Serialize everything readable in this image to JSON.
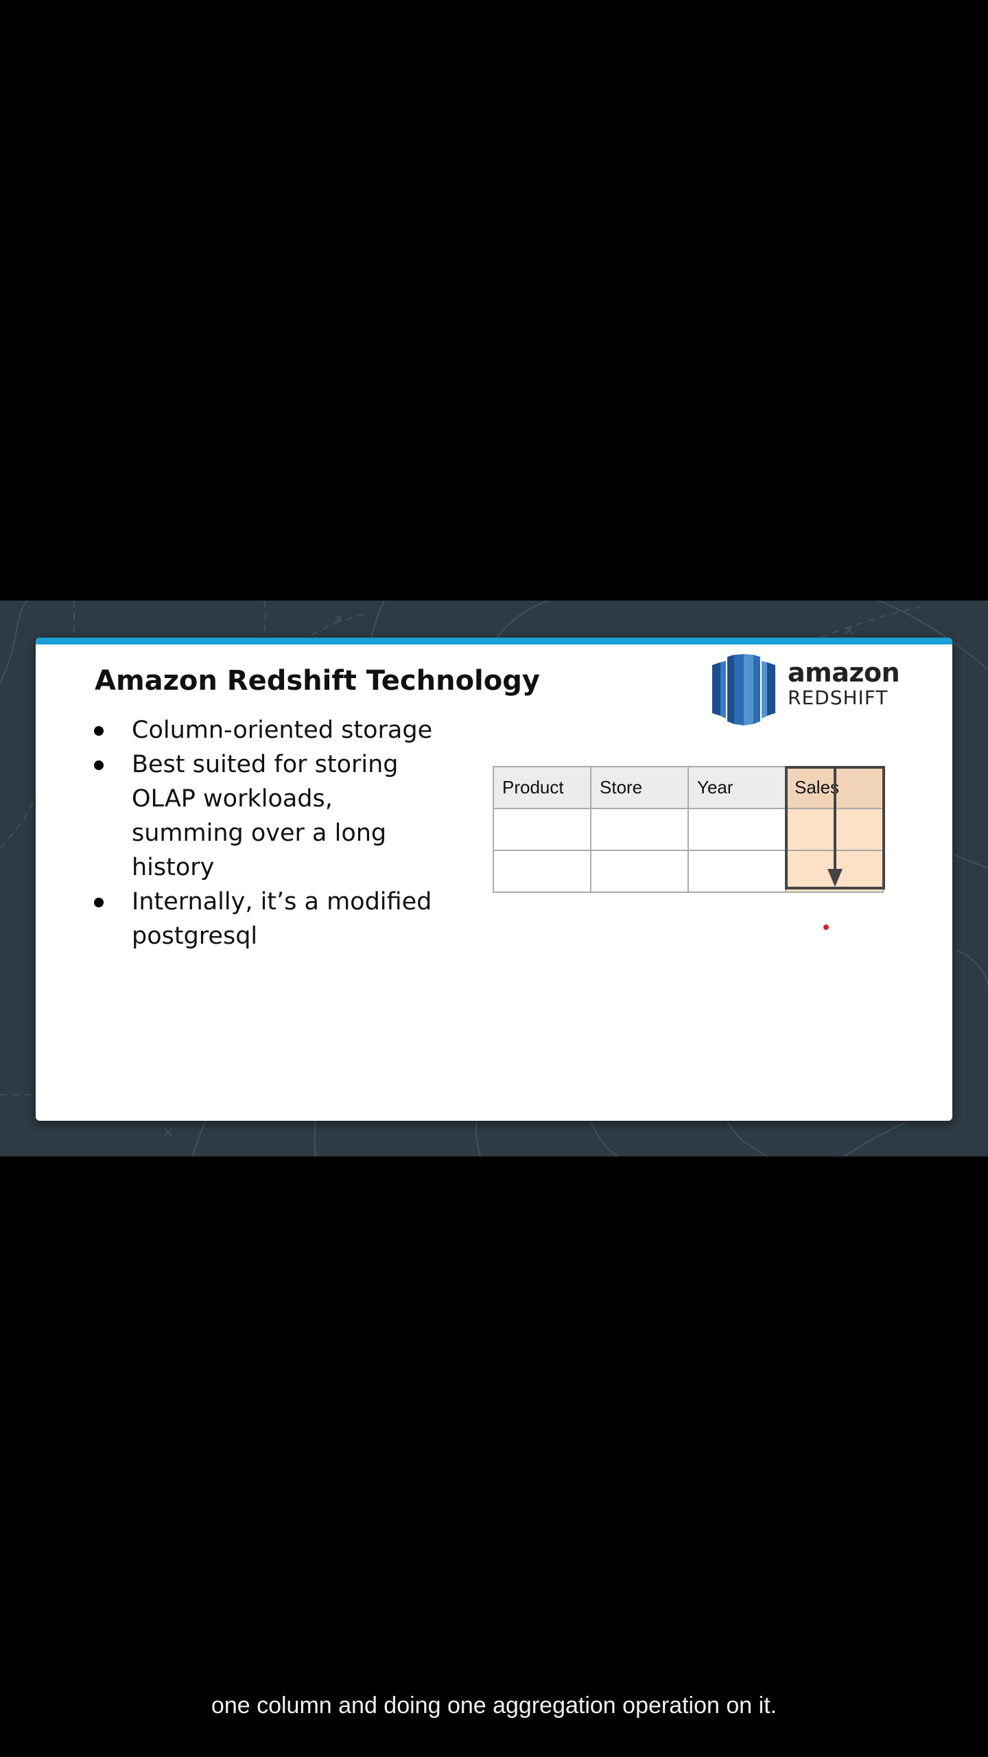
{
  "slide": {
    "title": "Amazon Redshift Technology",
    "logo": {
      "name": "amazon-redshift-logo",
      "line1": "amazon",
      "line2": "REDSHIFT",
      "colors": [
        "#1b4f8f",
        "#2e6db4",
        "#5294cf"
      ]
    },
    "bullets": [
      "Column-oriented storage",
      "Best suited for storing OLAP workloads, summing over a long history",
      "Internally, it’s a modified postgresql"
    ],
    "table": {
      "headers": [
        "Product",
        "Store",
        "Year",
        "Sales"
      ],
      "rows": [
        [
          "",
          "",
          "",
          ""
        ],
        [
          "",
          "",
          "",
          ""
        ]
      ],
      "highlighted_column": "Sales"
    },
    "accent_color": "#1a9fd6",
    "highlight_color": "#fde0c6"
  },
  "caption": "one column and doing one aggregation operation on it."
}
